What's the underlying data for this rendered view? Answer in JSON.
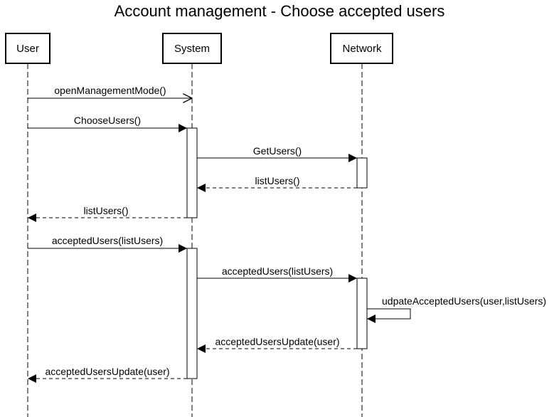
{
  "diagram": {
    "title": "Account management - Choose accepted users",
    "participants": {
      "user": "User",
      "system": "System",
      "network": "Network"
    },
    "messages": [
      {
        "label": "openManagementMode()",
        "from": "user",
        "to": "system",
        "kind": "async"
      },
      {
        "label": "ChooseUsers()",
        "from": "user",
        "to": "system",
        "kind": "sync"
      },
      {
        "label": "GetUsers()",
        "from": "system",
        "to": "network",
        "kind": "sync"
      },
      {
        "label": "listUsers()",
        "from": "network",
        "to": "system",
        "kind": "return"
      },
      {
        "label": "listUsers()",
        "from": "system",
        "to": "user",
        "kind": "return"
      },
      {
        "label": "acceptedUsers(listUsers)",
        "from": "user",
        "to": "system",
        "kind": "sync"
      },
      {
        "label": "acceptedUsers(listUsers)",
        "from": "system",
        "to": "network",
        "kind": "sync"
      },
      {
        "label": "udpateAcceptedUsers(user,listUsers)",
        "from": "network",
        "to": "network",
        "kind": "self"
      },
      {
        "label": "acceptedUsersUpdate(user)",
        "from": "network",
        "to": "system",
        "kind": "return"
      },
      {
        "label": "acceptedUsersUpdate(user)",
        "from": "system",
        "to": "user",
        "kind": "return"
      }
    ]
  }
}
